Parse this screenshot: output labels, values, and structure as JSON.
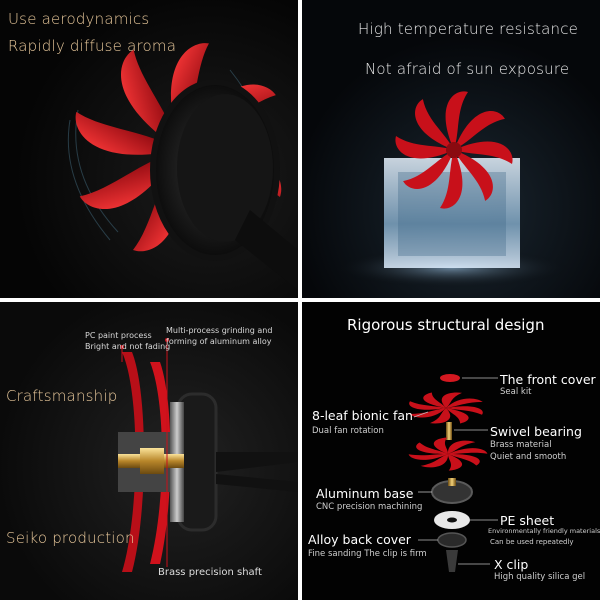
{
  "panel1": {
    "line1": "Use aerodynamics",
    "line2": "Rapidly diffuse aroma"
  },
  "panel2": {
    "line1": "High temperature resistance",
    "line2": "Not afraid of sun exposure"
  },
  "panel3": {
    "note1a": "PC paint process",
    "note1b": "Bright and not fading",
    "note2a": "Multi-process grinding and",
    "note2b": "forming of aluminum alloy",
    "craft": "Craftsmanship",
    "seiko": "Seiko production",
    "shaft": "Brass precision shaft"
  },
  "panel4": {
    "title": "Rigorous structural design",
    "front_cover": "The front cover",
    "seal_kit": "Seal kit",
    "fan": "8-leaf bionic fan",
    "fan_sub": "Dual fan rotation",
    "bearing": "Swivel bearing",
    "bearing_sub1": "Brass material",
    "bearing_sub2": "Quiet and smooth",
    "alu_base": "Aluminum base",
    "alu_sub": "CNC precision machining",
    "pe": "PE sheet",
    "pe_sub1": "Environmentally friendly materials",
    "pe_sub2": "Can be used repeatedly",
    "back_cover": "Alloy back cover",
    "back_sub": "Fine sanding The clip is firm",
    "xclip": "X clip",
    "xclip_sub": "High quality silica gel"
  },
  "colors": {
    "accent_red": "#c8101a",
    "gold_text": "#e7c79a"
  }
}
